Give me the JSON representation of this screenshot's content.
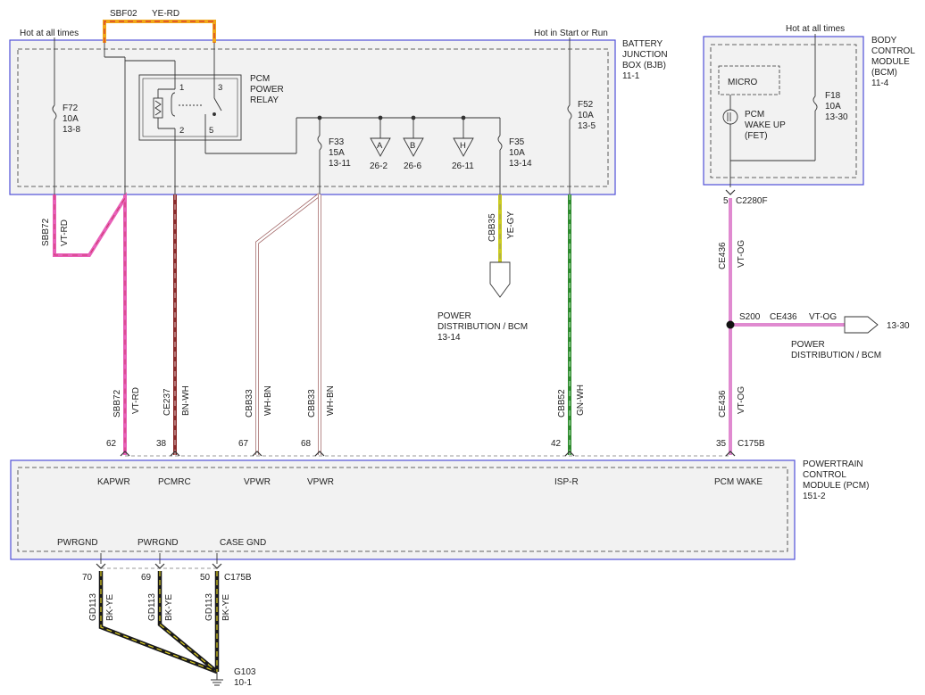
{
  "colors": {
    "module_border": "#5050d8",
    "module_fill": "#f2f2f2",
    "dashed": "#333333",
    "vt_rd": "#e860b8",
    "bn_wh": "#8a2a2a",
    "wh_bn": "#d9bcbc",
    "ye_gy": "#cccc20",
    "gn_wh": "#2e8b2e",
    "vt_og": "#e08ad0",
    "ye_rd": "#f0a818",
    "bk_ye": "#1a1a1a",
    "bk_ye_stripe": "#e0d020"
  },
  "top": {
    "hot_at_all_times_left": "Hot at all times",
    "sbf_circuit": "SBF02",
    "sbf_color": "YE-RD",
    "hot_in_start_run": "Hot in Start or Run",
    "hot_at_all_times_right": "Hot at all times"
  },
  "bjb": {
    "name_lines": [
      "BATTERY",
      "JUNCTION",
      "BOX (BJB)",
      "11-1"
    ],
    "fuses": [
      {
        "id": "f72",
        "lines": [
          "F72",
          "10A",
          "13-8"
        ]
      },
      {
        "id": "f33",
        "lines": [
          "F33",
          "15A",
          "13-11"
        ]
      },
      {
        "id": "f35",
        "lines": [
          "F35",
          "10A",
          "13-14"
        ]
      },
      {
        "id": "f52",
        "lines": [
          "F52",
          "10A",
          "13-5"
        ]
      }
    ],
    "relay": {
      "name_lines": [
        "PCM",
        "POWER",
        "RELAY"
      ],
      "pins": [
        "1",
        "2",
        "3",
        "5"
      ]
    },
    "connectors": [
      {
        "letter": "A",
        "ref": "26-2"
      },
      {
        "letter": "B",
        "ref": "26-6"
      },
      {
        "letter": "H",
        "ref": "26-11"
      }
    ]
  },
  "bcm": {
    "name_lines": [
      "BODY",
      "CONTROL",
      "MODULE",
      "(BCM)",
      "11-4"
    ],
    "micro": "MICRO",
    "fet_lines": [
      "PCM",
      "WAKE UP",
      "(FET)"
    ],
    "fuse_lines": [
      "F18",
      "10A",
      "13-30"
    ],
    "pin": "5",
    "connector": "C2280F"
  },
  "wires": {
    "sbb72_upper": {
      "circuit": "SBB72",
      "color": "VT-RD"
    },
    "cbb35": {
      "circuit": "CBB35",
      "color": "YE-GY"
    },
    "ce436_upper": {
      "circuit": "CE436",
      "color": "VT-OG"
    },
    "ce436_branch": {
      "circuit": "CE436",
      "color": "VT-OG"
    },
    "splice": "S200",
    "ce436_lower": {
      "circuit": "CE436",
      "color": "VT-OG"
    },
    "lower": [
      {
        "circuit": "SBB72",
        "color": "VT-RD",
        "pin": "62"
      },
      {
        "circuit": "CE237",
        "color": "BN-WH",
        "pin": "38"
      },
      {
        "circuit": "CBB33",
        "color": "WH-BN",
        "pin": "67"
      },
      {
        "circuit": "CBB33",
        "color": "WH-BN",
        "pin": "68"
      },
      {
        "circuit": "CBB52",
        "color": "GN-WH",
        "pin": "42"
      },
      {
        "pin": "35"
      }
    ],
    "c175b_top": "C175B"
  },
  "power_dist_bcm_left": {
    "lines": [
      "POWER",
      "DISTRIBUTION / BCM",
      "13-14"
    ]
  },
  "power_dist_bcm_right": {
    "lines": [
      "POWER",
      "DISTRIBUTION / BCM"
    ],
    "ref": "13-30"
  },
  "pcm": {
    "name_lines": [
      "POWERTRAIN",
      "CONTROL",
      "MODULE (PCM)",
      "151-2"
    ],
    "inputs": [
      "KAPWR",
      "PCMRC",
      "VPWR",
      "VPWR",
      "ISP-R",
      "PCM WAKE"
    ],
    "grounds": [
      "PWRGND",
      "PWRGND",
      "CASE GND"
    ]
  },
  "ground_wires": [
    {
      "pin": "70",
      "circuit": "GD113",
      "color": "BK-YE"
    },
    {
      "pin": "69",
      "circuit": "GD113",
      "color": "BK-YE"
    },
    {
      "pin": "50",
      "circuit": "GD113",
      "color": "BK-YE"
    }
  ],
  "c175b_bottom": "C175B",
  "ground_point": {
    "id": "G103",
    "ref": "10-1"
  }
}
